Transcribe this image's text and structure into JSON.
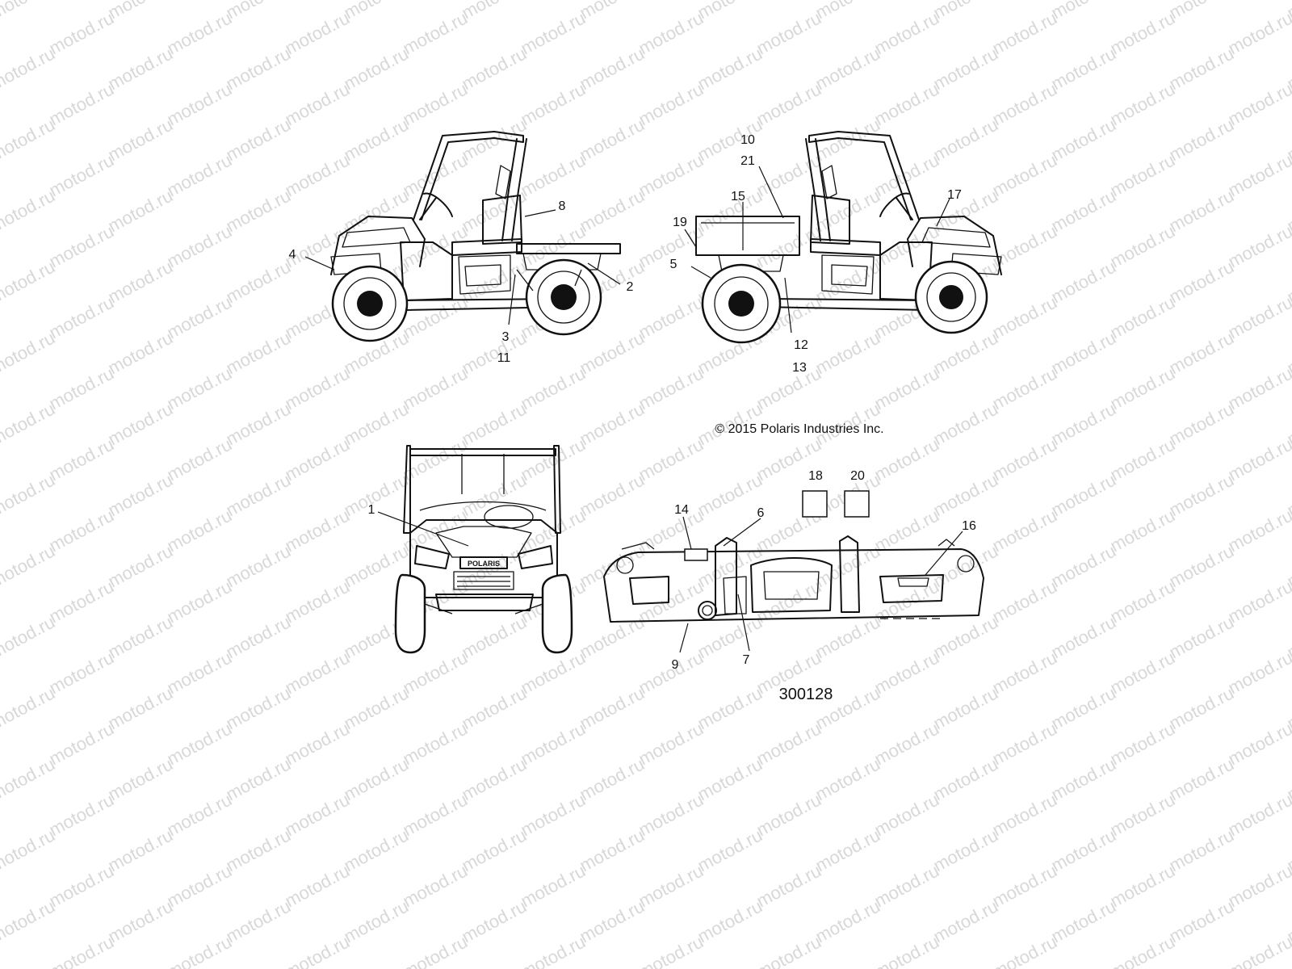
{
  "watermark": "motod.ru",
  "copyright": "© 2015 Polaris Industries Inc.",
  "figure_number": "300128",
  "front_badge": "POLARIS",
  "callouts": {
    "c1": "1",
    "c2": "2",
    "c3": "3",
    "c4": "4",
    "c5": "5",
    "c6": "6",
    "c7": "7",
    "c8": "8",
    "c9": "9",
    "c10": "10",
    "c11": "11",
    "c12": "12",
    "c13": "13",
    "c14": "14",
    "c15": "15",
    "c16": "16",
    "c17": "17",
    "c18": "18",
    "c19": "19",
    "c20": "20",
    "c21": "21"
  }
}
